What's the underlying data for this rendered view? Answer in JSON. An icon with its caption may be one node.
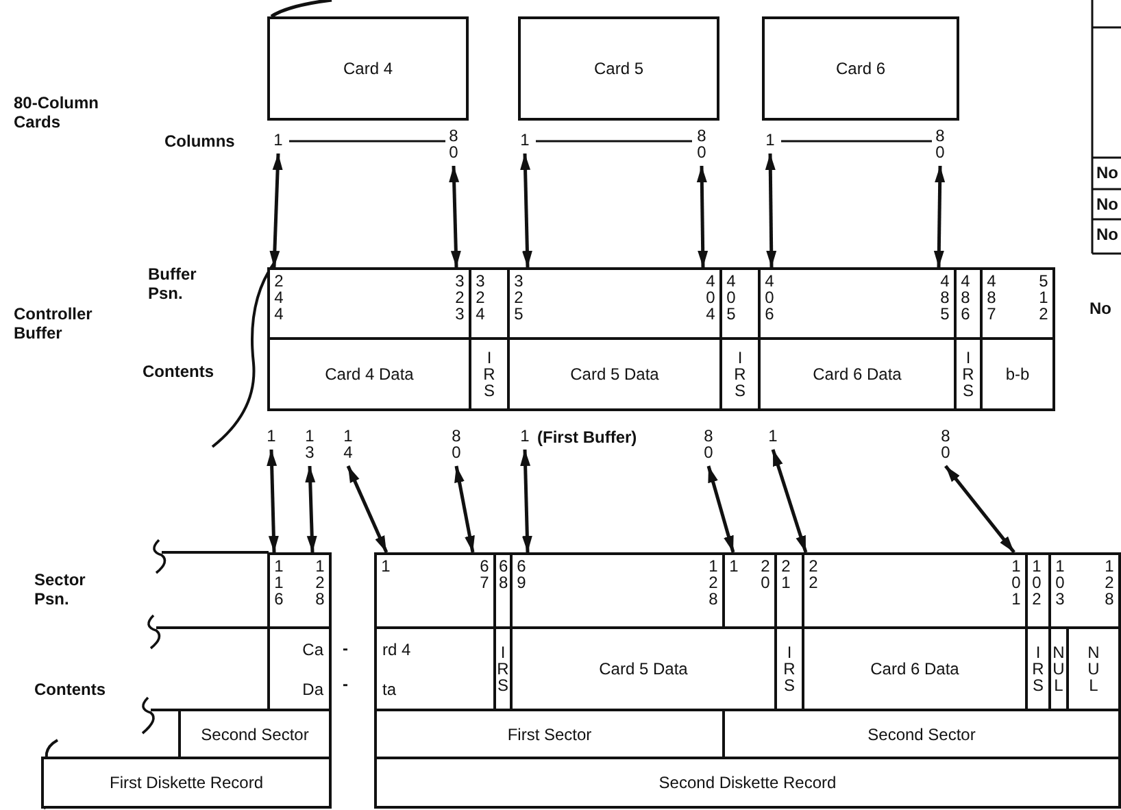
{
  "diagram": {
    "nodes": [
      {
        "text": [
          "Card 4"
        ]
      },
      {
        "text": [
          "Card 5"
        ]
      },
      {
        "text": [
          "Card 6"
        ]
      },
      {
        "text": [
          "1"
        ]
      },
      {
        "text": [
          "80"
        ]
      },
      {
        "text": [
          "1"
        ]
      },
      {
        "text": [
          "80"
        ]
      },
      {
        "text": [
          "1"
        ]
      },
      {
        "text": [
          "80"
        ]
      },
      {
        "text": [
          "244",
          "323"
        ]
      },
      {
        "text": [
          "324"
        ]
      },
      {
        "text": [
          "325",
          "404"
        ]
      },
      {
        "text": [
          "405"
        ]
      },
      {
        "text": [
          "406",
          "485"
        ]
      },
      {
        "text": [
          "486"
        ]
      },
      {
        "text": [
          "487",
          "512"
        ]
      },
      {
        "text": [
          "Card 4 Data"
        ]
      },
      {
        "text": [
          "IRS"
        ]
      },
      {
        "text": [
          "Card 5 Data"
        ]
      },
      {
        "text": [
          "IRS"
        ]
      },
      {
        "text": [
          "Card 6 Data"
        ]
      },
      {
        "text": [
          "IRS"
        ]
      },
      {
        "text": [
          "b-b"
        ]
      },
      {
        "text": [
          "1"
        ]
      },
      {
        "text": [
          "13"
        ]
      },
      {
        "text": [
          "14"
        ]
      },
      {
        "text": [
          "80"
        ]
      },
      {
        "text": [
          "1"
        ]
      },
      {
        "text": [
          "80"
        ]
      },
      {
        "text": [
          "1"
        ]
      },
      {
        "text": [
          "80"
        ]
      },
      {
        "text": [
          "116",
          "128"
        ]
      },
      {
        "text": [
          "1",
          "67"
        ]
      },
      {
        "text": [
          "68"
        ]
      },
      {
        "text": [
          "69",
          "128"
        ]
      },
      {
        "text": [
          "1",
          "20"
        ]
      },
      {
        "text": [
          "21"
        ]
      },
      {
        "text": [
          "22",
          "101"
        ]
      },
      {
        "text": [
          "102"
        ]
      },
      {
        "text": [
          "103",
          "128"
        ]
      },
      {
        "text": [
          "Ca",
          "Da"
        ]
      },
      {
        "text": [
          "rd 4",
          "ta"
        ]
      },
      {
        "text": [
          "IRS"
        ]
      },
      {
        "text": [
          "Card 5 Data"
        ]
      },
      {
        "text": [
          "IRS"
        ]
      },
      {
        "text": [
          "Card 6 Data"
        ]
      },
      {
        "text": [
          "IRS"
        ]
      },
      {
        "text": [
          "NUL"
        ]
      },
      {
        "text": [
          "NUL"
        ]
      },
      {
        "text": [
          "Second Sector"
        ]
      },
      {
        "text": [
          "First Sector"
        ]
      },
      {
        "text": [
          "Second Sector"
        ]
      },
      {
        "text": [
          "First Diskette Record"
        ]
      },
      {
        "text": [
          "Second Diskette Record"
        ]
      }
    ],
    "edges": [
      {
        "from": 3,
        "to": 9,
        "arrow": "both"
      },
      {
        "from": 4,
        "to": 9,
        "arrow": "both"
      },
      {
        "from": 5,
        "to": 11,
        "arrow": "both"
      },
      {
        "from": 6,
        "to": 11,
        "arrow": "both"
      },
      {
        "from": 7,
        "to": 13,
        "arrow": "both"
      },
      {
        "from": 8,
        "to": 13,
        "arrow": "both"
      },
      {
        "from": 23,
        "to": 31,
        "arrow": "both"
      },
      {
        "from": 24,
        "to": 31,
        "arrow": "both"
      },
      {
        "from": 25,
        "to": 32,
        "arrow": "both"
      },
      {
        "from": 26,
        "to": 32,
        "arrow": "both"
      },
      {
        "from": 27,
        "to": 34,
        "arrow": "both"
      },
      {
        "from": 28,
        "to": 35,
        "arrow": "both"
      },
      {
        "from": 29,
        "to": 37,
        "arrow": "both"
      },
      {
        "from": 30,
        "to": 37,
        "arrow": "both"
      },
      {
        "from": 0,
        "to": null,
        "arrow": "none"
      }
    ],
    "labels": [
      "80-Column Cards",
      "Columns",
      "No",
      "No",
      "No",
      "Controller Buffer",
      "Buffer Psn.",
      "No",
      "Contents",
      "(First Buffer)",
      "Sector Psn.",
      "Contents",
      "-",
      "-"
    ]
  }
}
